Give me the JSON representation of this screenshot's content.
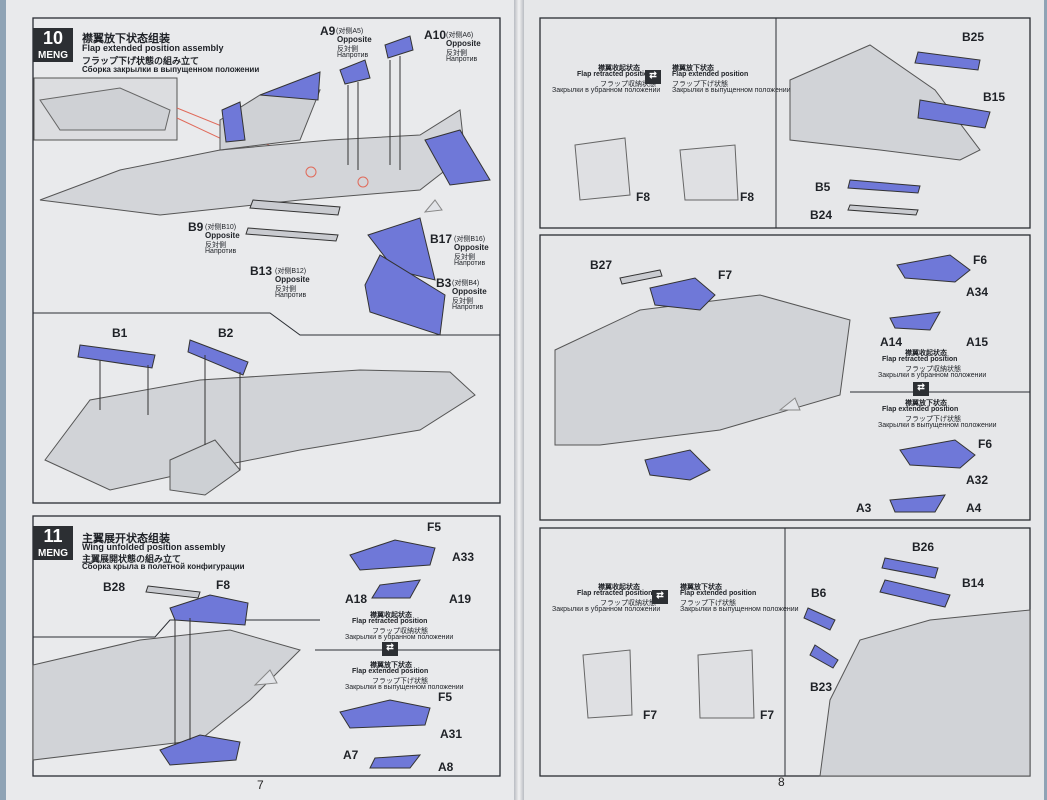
{
  "step10": {
    "number": "10",
    "brand": "MENG",
    "title_cn": "襟翼放下状态组装",
    "title_en": "Flap extended position assembly",
    "title_jp": "フラップ下げ状態の組み立て",
    "title_ru": "Сборка закрылки в выпущенном положении",
    "parts": {
      "A9": "A9",
      "A9_note": "(对侧A5)",
      "A9_opp": "Opposite",
      "A9_jp": "反対側",
      "A9_ru": "Напротив",
      "A10": "A10",
      "A10_note": "(对侧A6)",
      "A10_opp": "Opposite",
      "A10_jp": "反対側",
      "A10_ru": "Напротив",
      "B9": "B9",
      "B9_note": "(对侧B10)",
      "B9_opp": "Opposite",
      "B9_jp": "反対側",
      "B9_ru": "Напротив",
      "B13": "B13",
      "B13_note": "(对侧B12)",
      "B13_opp": "Opposite",
      "B13_jp": "反対側",
      "B13_ru": "Напротив",
      "B17": "B17",
      "B17_note": "(对侧B16)",
      "B17_opp": "Opposite",
      "B17_jp": "反対側",
      "B17_ru": "Напротив",
      "B3": "B3",
      "B3_note": "(对侧B4)",
      "B3_opp": "Opposite",
      "B3_jp": "反対側",
      "B3_ru": "Напротив",
      "B1": "B1",
      "B2": "B2"
    }
  },
  "step11": {
    "number": "11",
    "brand": "MENG",
    "title_cn": "主翼展开状态组装",
    "title_en": "Wing unfolded position assembly",
    "title_jp": "主翼展開状態の組み立て",
    "title_ru": "Сборка крыла в полетной конфигурации",
    "parts": {
      "B28": "B28",
      "F8": "F8",
      "F5a": "F5",
      "A33": "A33",
      "A18": "A18",
      "A19": "A19",
      "F5b": "F5",
      "A31": "A31",
      "A7": "A7",
      "A8": "A8"
    }
  },
  "states": {
    "retracted_cn": "襟翼收起状态",
    "retracted_en": "Flap retracted position",
    "retracted_jp": "フラップ収納状態",
    "retracted_ru": "Закрылки в убранном положении",
    "extended_cn": "襟翼放下状态",
    "extended_en": "Flap extended position",
    "extended_jp": "フラップ下げ状態",
    "extended_ru": "Закрылки в выпущенном положении"
  },
  "right": {
    "F8a": "F8",
    "F8b": "F8",
    "B25": "B25",
    "B15": "B15",
    "B5": "B5",
    "B24": "B24",
    "B27": "B27",
    "F7": "F7",
    "F6a": "F6",
    "A34": "A34",
    "A14": "A14",
    "A15": "A15",
    "F6b": "F6",
    "A32": "A32",
    "A3": "A3",
    "A4": "A4",
    "F7a": "F7",
    "F7b": "F7",
    "B26": "B26",
    "B14": "B14",
    "B6": "B6",
    "B23": "B23"
  },
  "page_numbers": {
    "left": "7",
    "right": "8"
  },
  "colors": {
    "part_blue": "#6f78d8",
    "paper": "#e9eaec",
    "line": "#2a2d33"
  }
}
